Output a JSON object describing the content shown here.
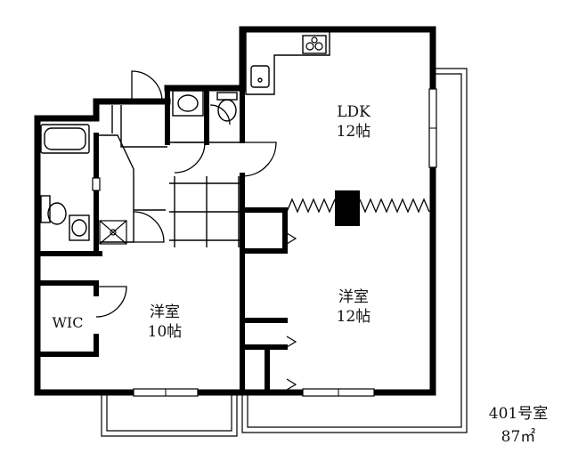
{
  "rooms": {
    "ldk": {
      "name": "LDK",
      "size": "12帖"
    },
    "western_large": {
      "name": "洋室",
      "size": "12帖"
    },
    "western_small": {
      "name": "洋室",
      "size": "10帖"
    },
    "wic": {
      "name": "WIC"
    }
  },
  "unit": {
    "number": "401号室",
    "area": "87㎡"
  },
  "colors": {
    "wall": "#000000",
    "line": "#000000",
    "background": "#ffffff"
  }
}
